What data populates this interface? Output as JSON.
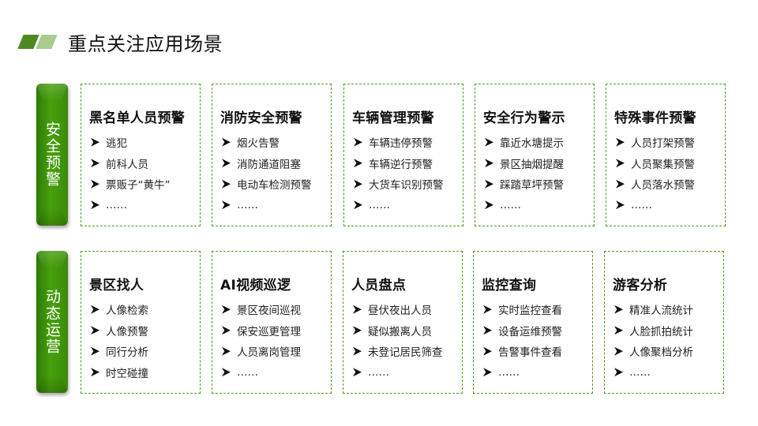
{
  "header": {
    "title": "重点关注应用场景",
    "accent_dark": "#4e8a24",
    "accent_light": "#a9cb8e"
  },
  "sections": [
    {
      "label": "安全预警",
      "cards": [
        {
          "title": "黑名单人员预警",
          "items": [
            "逃犯",
            "前科人员",
            "票贩子“黄牛”",
            "……"
          ]
        },
        {
          "title": "消防安全预警",
          "items": [
            "烟火告警",
            "消防通道阻塞",
            "电动车检测预警",
            "……"
          ]
        },
        {
          "title": "车辆管理预警",
          "items": [
            "车辆违停预警",
            "车辆逆行预警",
            "大货车识别预警",
            "……"
          ]
        },
        {
          "title": "安全行为警示",
          "items": [
            "靠近水塘提示",
            "景区抽烟提醒",
            "踩踏草坪预警",
            "……"
          ]
        },
        {
          "title": "特殊事件预警",
          "items": [
            "人员打架预警",
            "人员聚集预警",
            "人员落水预警",
            "……"
          ]
        }
      ]
    },
    {
      "label": "动态运营",
      "cards": [
        {
          "title": "景区找人",
          "items": [
            "人像检索",
            "人像预警",
            "同行分析",
            "时空碰撞"
          ]
        },
        {
          "title": "AI视频巡逻",
          "items": [
            "景区夜间巡视",
            "保安巡更管理",
            "人员离岗管理",
            "……"
          ]
        },
        {
          "title": "人员盘点",
          "items": [
            "昼伏夜出人员",
            "疑似搬离人员",
            "未登记居民筛查",
            "……"
          ]
        },
        {
          "title": "监控查询",
          "items": [
            "实时监控查看",
            "设备运维预警",
            "告警事件查看",
            "……"
          ]
        },
        {
          "title": "游客分析",
          "items": [
            "精准人流统计",
            "人脸抓拍统计",
            "人像聚档分析",
            "……"
          ]
        }
      ]
    }
  ],
  "colors": {
    "section_green": "#3f8f08",
    "card_border": "#4e9a1e"
  },
  "icons": {
    "bullet": "arrow-bullet-icon"
  }
}
